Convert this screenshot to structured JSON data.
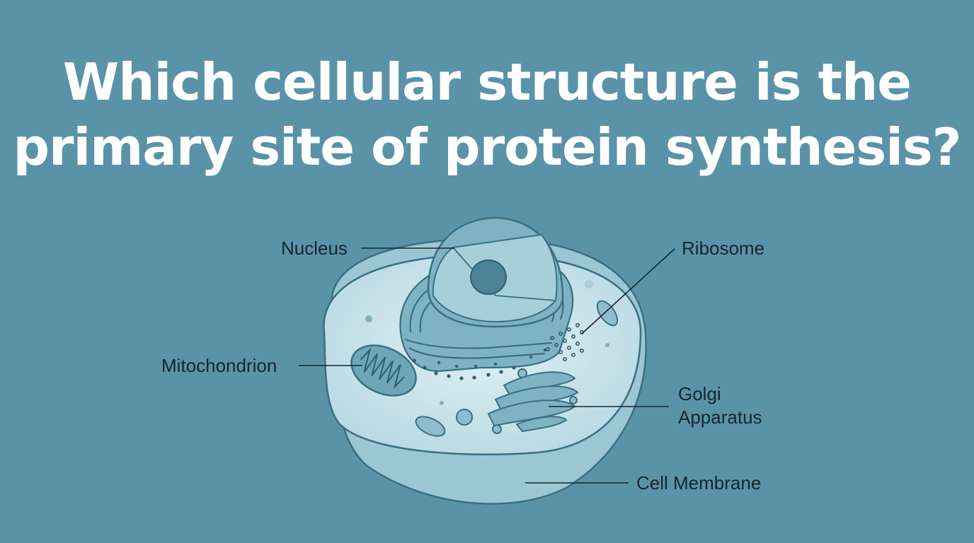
{
  "question": {
    "line1": "Which cellular structure is the",
    "line2": "primary site of protein synthesis?"
  },
  "labels": {
    "nucleus": "Nucleus",
    "ribosome": "Ribosome",
    "mitochondrion": "Mitochondrion",
    "golgi_line1": "Golgi",
    "golgi_line2": "Apparatus",
    "cell_membrane": "Cell Membrane"
  },
  "colors": {
    "background": "#5a93a8",
    "title": "#ffffff",
    "label_text": "#15262d",
    "cell_fill": "#cfe6ee",
    "organelle_fill": "#6ea6b8",
    "outline": "#3a6f82"
  }
}
